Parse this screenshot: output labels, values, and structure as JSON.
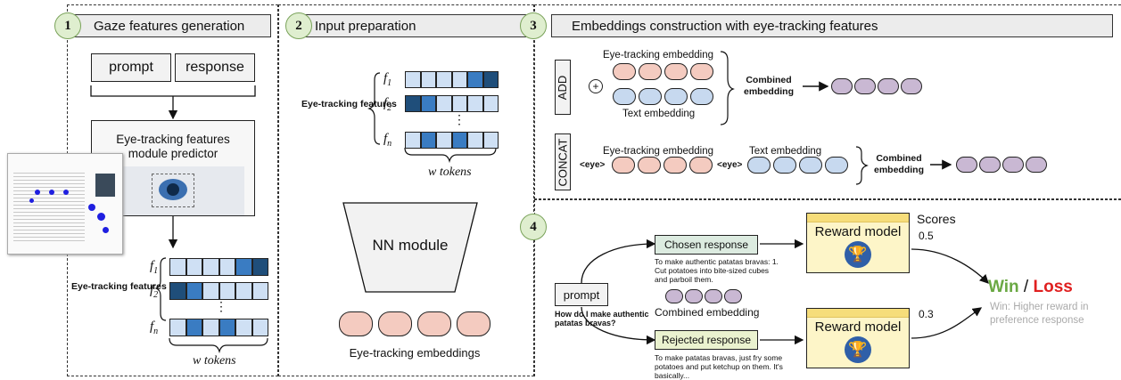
{
  "panels": {
    "p1": {
      "number": "1",
      "title": "Gaze features generation"
    },
    "p2": {
      "number": "2",
      "title": "Input preparation"
    },
    "p3": {
      "number": "3",
      "title": "Embeddings construction with eye-tracking features"
    },
    "p4": {
      "number": "4"
    }
  },
  "gaze": {
    "prompt_label": "prompt",
    "response_label": "response",
    "predictor_title": "Eye-tracking features module predictor",
    "features_label": "Eye-tracking features",
    "f1": "f",
    "f1_sub": "1",
    "f2": "f",
    "f2_sub": "2",
    "fn": "f",
    "fn_sub": "n",
    "dots": "⋮",
    "tokens_label": "w tokens",
    "heatmap": [
      [
        0.15,
        0.1,
        0.1,
        0.1,
        0.6,
        0.85
      ],
      [
        0.85,
        0.6,
        0.15,
        0.1,
        0.1,
        0.1
      ],
      [
        0.15,
        0.6,
        0.15,
        0.6,
        0.1,
        0.15
      ]
    ],
    "colors": {
      "light": "#cfe0f4",
      "mid": "#3a7cc2",
      "dark": "#1f4e7a"
    }
  },
  "input": {
    "features_label": "Eye-tracking features",
    "tokens_label": "w tokens",
    "nn_label": "NN module",
    "embeddings_label": "Eye-tracking embeddings"
  },
  "embeddings": {
    "add_label": "ADD",
    "concat_label": "CONCAT",
    "et_embedding": "Eye-tracking embedding",
    "text_embedding": "Text embedding",
    "plus": "+",
    "combined": "Combined embedding",
    "eye_token": "<eye>",
    "colors": {
      "et": "#f4cbc0",
      "text": "#c7d9ef",
      "combined": "#c9b8d3"
    }
  },
  "reward": {
    "prompt_label": "prompt",
    "question": "How do I make authentic patatas bravas?",
    "chosen_label": "Chosen response",
    "chosen_text": "To make authentic patatas bravas: 1. Cut potatoes into bite-sized cubes and parboil them.",
    "rejected_label": "Rejected response",
    "rejected_text": "To make patatas bravas, just fry some potatoes and put ketchup on them. It's basically...",
    "combined_label": "Combined embedding",
    "reward_model": "Reward model",
    "scores_label": "Scores",
    "score_chosen": "0.5",
    "score_rejected": "0.3",
    "win": "Win",
    "slash": " / ",
    "loss": "Loss",
    "note": "Win: Higher reward in preference response",
    "colors": {
      "win": "#6aa843",
      "loss": "#e02020",
      "chosen_bg": "#dcebe0",
      "rejected_bg": "#eaf2cf"
    }
  }
}
